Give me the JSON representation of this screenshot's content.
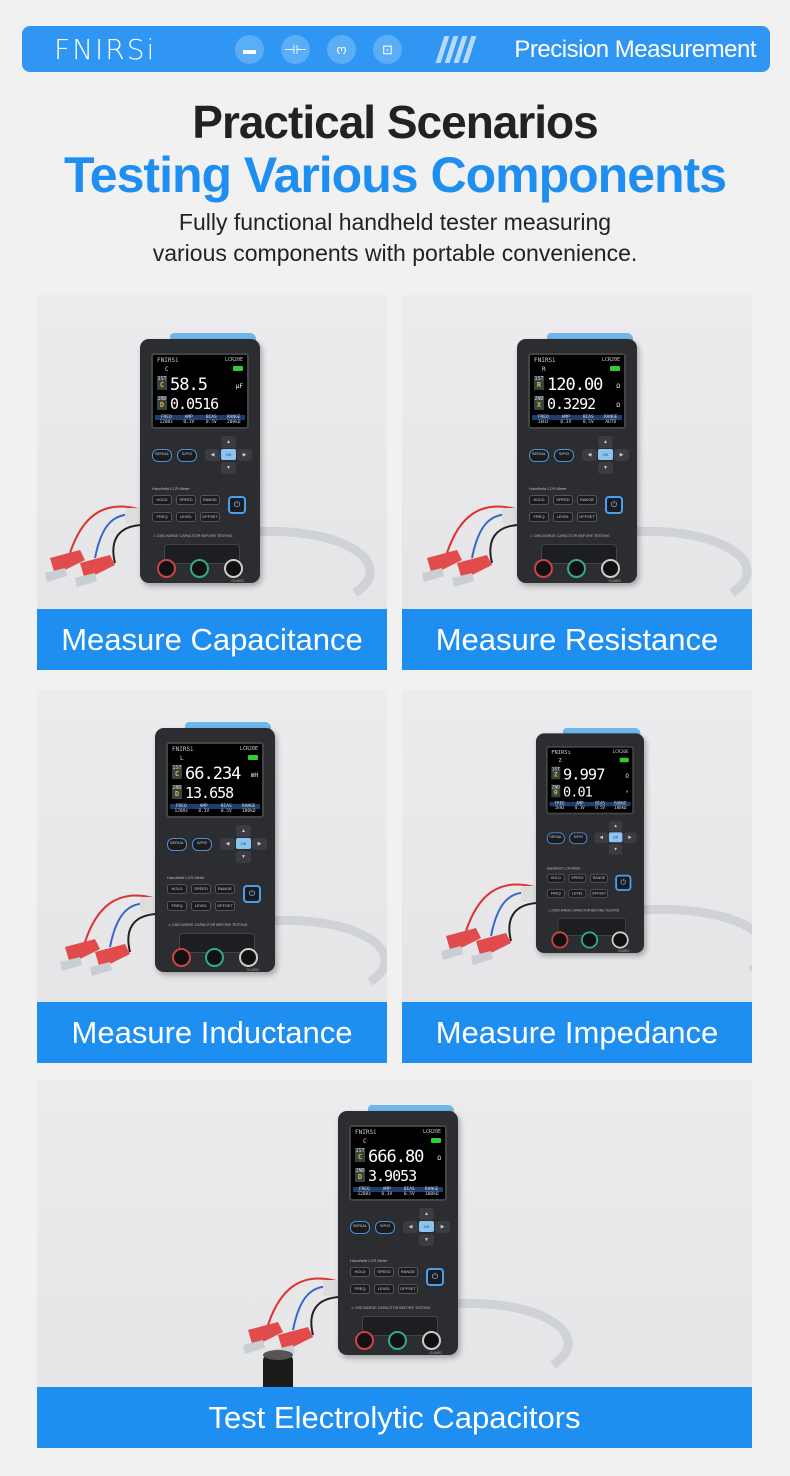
{
  "header": {
    "brand": "FNIRSi",
    "icons": [
      "resistor-icon",
      "capacitor-icon",
      "inductor-icon",
      "impedance-icon"
    ],
    "tagline": "Precision Measurement",
    "color": "#2f96f3"
  },
  "title": {
    "line1": "Practical Scenarios",
    "line2": "Testing Various Components",
    "subtitle_1": "Fully functional handheld tester measuring",
    "subtitle_2": "various components with portable convenience.",
    "accent": "#1e8ff0"
  },
  "device": {
    "brand": "FNIRSi",
    "model": "LCR20E",
    "primary_tag": "1ST",
    "secondary_tag": "2ND",
    "param_labels": [
      "FREQ",
      "AMP",
      "BIAS",
      "RANGE"
    ],
    "keys": {
      "mode": "SERIAL",
      "switch": "S/P/D",
      "ok": "OK",
      "hold": "HOLD",
      "speed": "SPEED",
      "range": "RANGE",
      "freq": "FREQ",
      "level": "LEVEL",
      "offset": "OFFSET"
    },
    "subtitle": "Handheld LCR Meter",
    "warning": "DISCHARGE CAPACITOR BEFORE TESTING",
    "jack_label": "GUARD"
  },
  "scenarios": [
    {
      "label": "Measure Capacitance",
      "mode": "C",
      "p1": "C",
      "v1": "58.5",
      "u1": "μF",
      "p2": "D",
      "v2": "0.0516",
      "u2": "",
      "params": [
        "120Hz",
        "0.1V",
        "0.5V",
        "200kΩ"
      ]
    },
    {
      "label": "Measure Resistance",
      "mode": "R",
      "p1": "R",
      "v1": "120.00",
      "u1": "Ω",
      "p2": "X",
      "v2": "0.3292",
      "u2": "Ω",
      "params": [
        "1kHz",
        "0.3V",
        "0.5V",
        "AUTO"
      ]
    },
    {
      "label": "Measure Inductance",
      "mode": "L",
      "p1": "C",
      "v1": "66.234",
      "u1": "mH",
      "p2": "D",
      "v2": "13.658",
      "u2": "",
      "params": [
        "120Hz",
        "0.3V",
        "0.5V",
        "100kΩ"
      ]
    },
    {
      "label": "Measure Impedance",
      "mode": "Z",
      "p1": "Z",
      "v1": "9.997",
      "u1": "Ω",
      "p2": "θ",
      "v2": "0.01",
      "u2": "°",
      "params": [
        "1kHz",
        "0.3V",
        "0.5V",
        "100kΩ"
      ]
    },
    {
      "label": "Test Electrolytic Capacitors",
      "mode": "C",
      "p1": "C",
      "v1": "666.80",
      "u1": "Ω",
      "p2": "D",
      "v2": "3.9053",
      "u2": "",
      "params": [
        "120Hz",
        "0.3V",
        "0.5V",
        "100kΩ"
      ]
    }
  ]
}
